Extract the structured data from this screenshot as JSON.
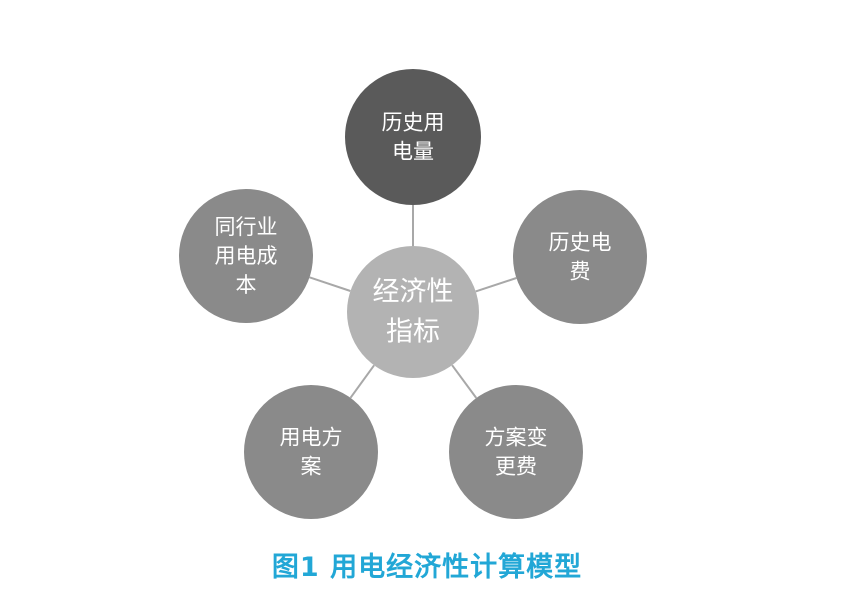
{
  "diagram": {
    "center": {
      "label_lines": [
        "经济性",
        "指标"
      ],
      "color": "#b3b3b3"
    },
    "nodes": [
      {
        "id": "history-usage",
        "label_lines": [
          "历史用",
          "电量"
        ],
        "color": "#5a5a5a"
      },
      {
        "id": "history-fee",
        "label_lines": [
          "历史电",
          "费"
        ],
        "color": "#8a8a8a"
      },
      {
        "id": "plan-variable-fee",
        "label_lines": [
          "方案变",
          "更费"
        ],
        "color": "#8a8a8a"
      },
      {
        "id": "power-plan",
        "label_lines": [
          "用电方",
          "案"
        ],
        "color": "#8a8a8a"
      },
      {
        "id": "industry-cost",
        "label_lines": [
          "同行业",
          "用电成",
          "本"
        ],
        "color": "#8a8a8a"
      }
    ],
    "connector_color": "#a8a8a8"
  },
  "caption": "图1 用电经济性计算模型",
  "colors": {
    "caption": "#22a7d6",
    "background": "#ffffff"
  }
}
